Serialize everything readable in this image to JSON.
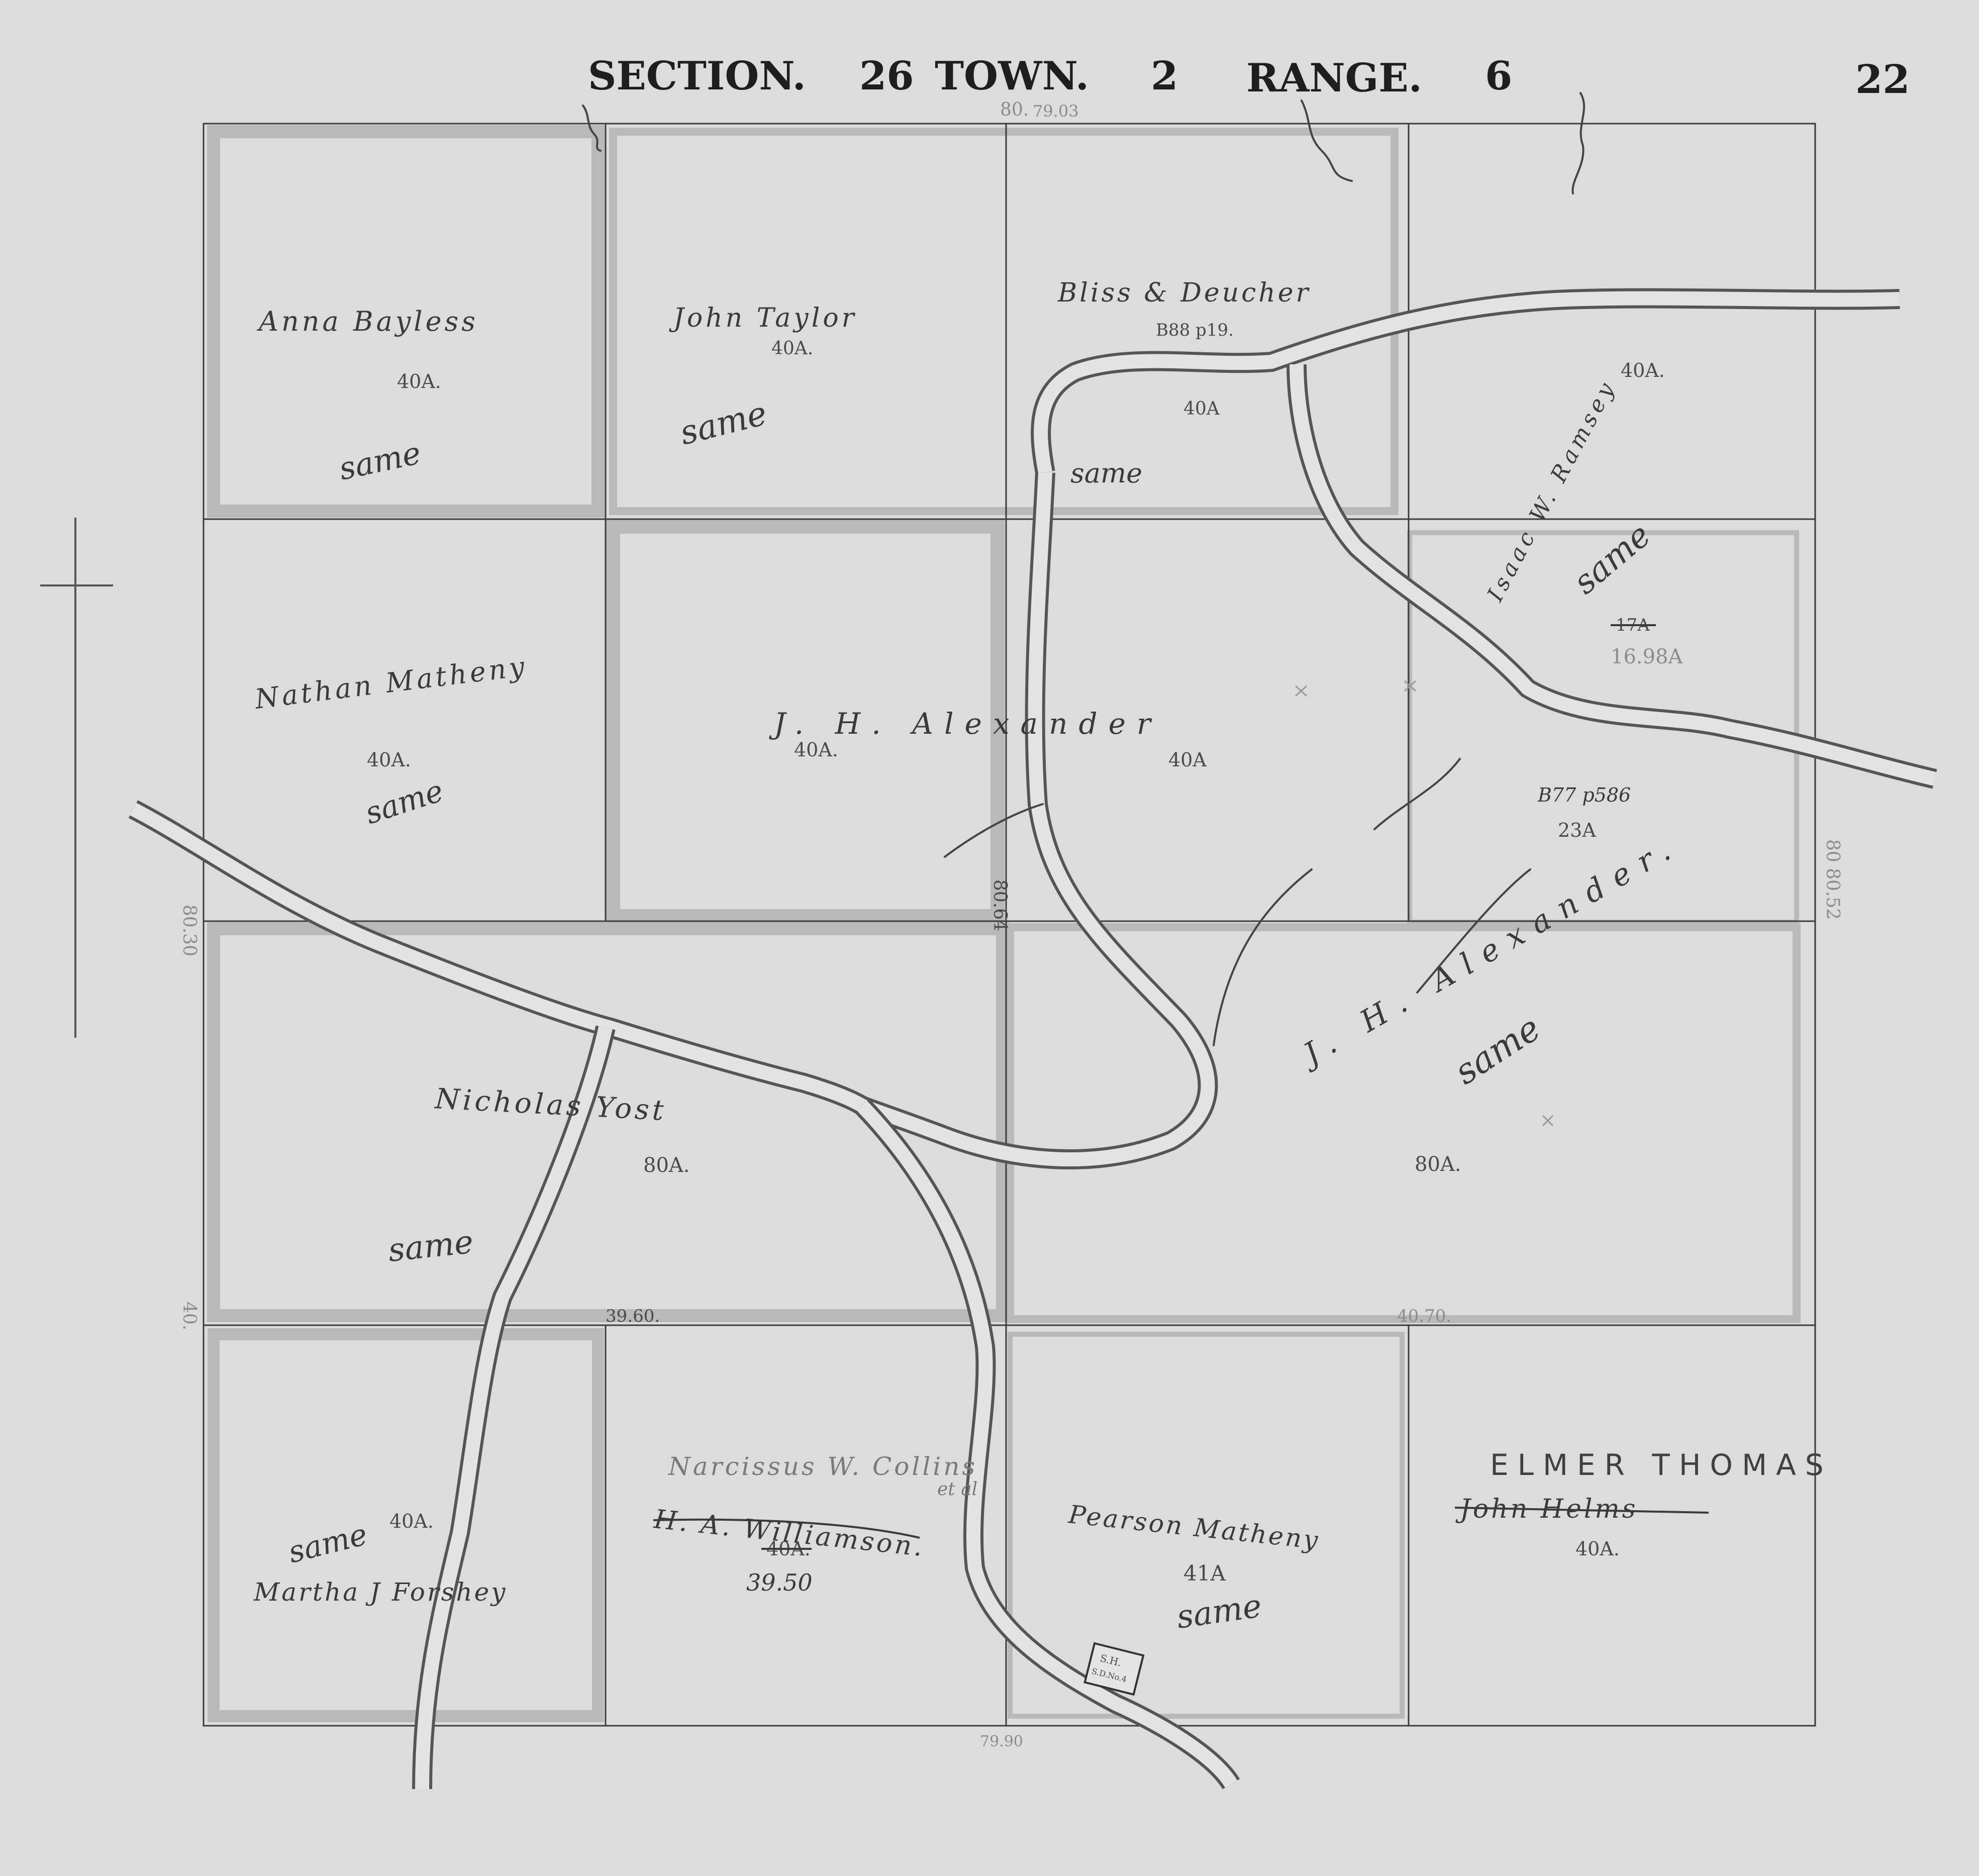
{
  "header": {
    "section_label": "SECTION.",
    "section_value": "26",
    "town_label": "TOWN.",
    "town_value": "2",
    "range_label": "RANGE.",
    "range_value": "6",
    "page_number": "22"
  },
  "measurements": {
    "top_a": "80.",
    "top_b": "79.03",
    "left_upper": "80.30",
    "left_lower": "40.",
    "middle_vertical": "80.64",
    "right_vertical": "80 80.52",
    "south_tier_left": "39.60.",
    "south_tier_right": "40.70.",
    "bottom": "79.90"
  },
  "parcels": {
    "p1": {
      "owner": "Anna Bayless",
      "acres": "40A.",
      "note": "same"
    },
    "p2": {
      "owner": "John Taylor",
      "acres": "40A.",
      "note": "same"
    },
    "p3": {
      "owner": "Bliss & Deucher",
      "book": "B88 p19.",
      "acres": "40A",
      "note": "same"
    },
    "p4": {
      "owner": "Isaac W. Ramsey",
      "acres": "40A.",
      "note": "same",
      "old_acres": "17A",
      "new_acres": "16.98A"
    },
    "p5": {
      "owner": "Nathan Matheny",
      "acres": "40A.",
      "note": "same"
    },
    "p6": {
      "owner": "J. H. Alexander",
      "acres_left": "40A.",
      "acres_right": "40A"
    },
    "p7": {
      "book": "B77 p586",
      "acres": "23A"
    },
    "p8": {
      "owner": "Nicholas Yost",
      "acres": "80A.",
      "note": "same"
    },
    "p9": {
      "owner": "J. H. Alexander.",
      "acres": "80A.",
      "note": "same"
    },
    "p10": {
      "owner": "Martha J Forshey",
      "acres": "40A.",
      "note": "same"
    },
    "p11": {
      "owner_new": "Narcissus W. Collins",
      "owner_new_suffix": "et al",
      "owner_old": "H. A. Williamson.",
      "old_acres": "40A.",
      "new_acres": "39.50"
    },
    "p12": {
      "owner": "Pearson Matheny",
      "acres": "41A",
      "note": "same"
    },
    "p13": {
      "owner_new": "ELMER THOMAS",
      "owner_old": "John Helms",
      "acres": "40A."
    }
  },
  "school_house": {
    "line1": "S.H.",
    "line2": "S.D.No.4"
  }
}
